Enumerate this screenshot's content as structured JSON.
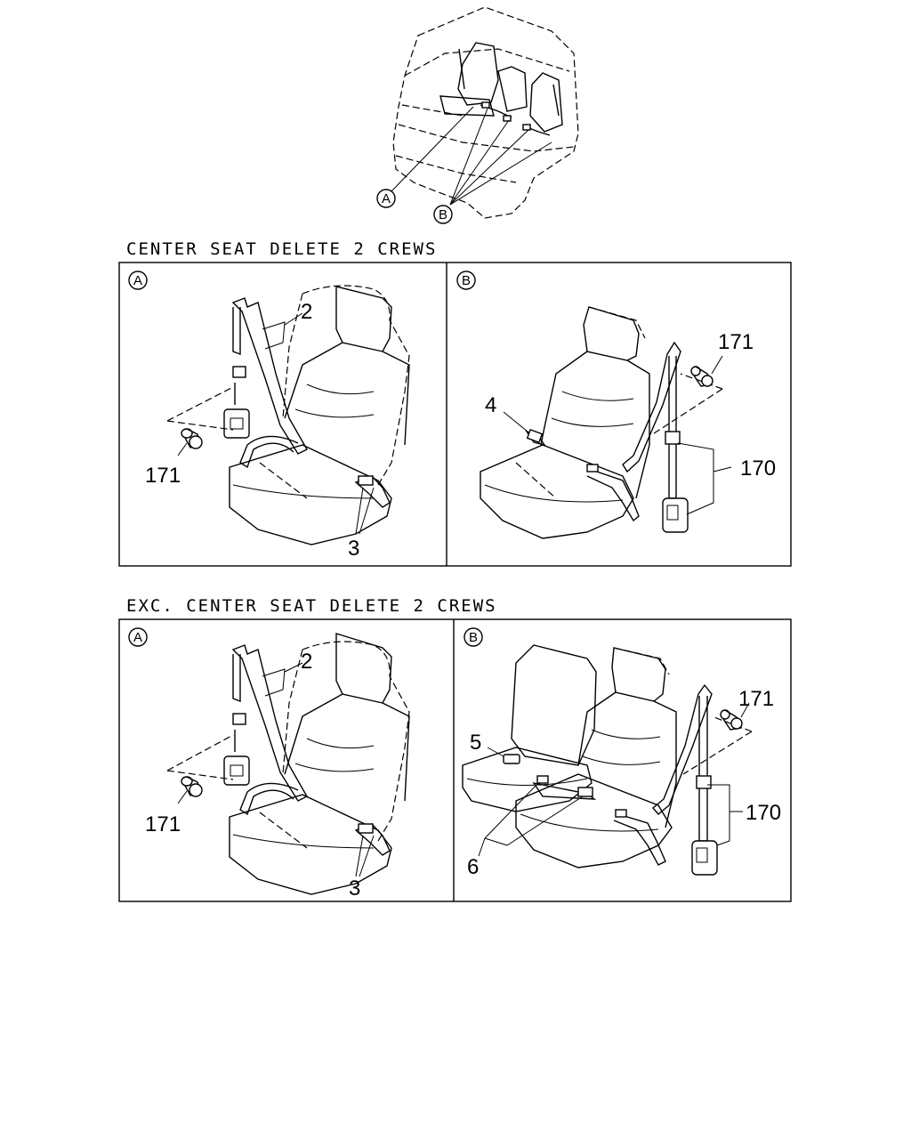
{
  "sections": [
    {
      "title": "CENTER SEAT DELETE 2 CREWS",
      "panel_a": {
        "marker": "A",
        "callouts": [
          "2",
          "171",
          "3"
        ]
      },
      "panel_b": {
        "marker": "B",
        "callouts": [
          "4",
          "171",
          "170"
        ]
      }
    },
    {
      "title": "EXC. CENTER SEAT DELETE 2 CREWS",
      "panel_a": {
        "marker": "A",
        "callouts": [
          "2",
          "171",
          "3"
        ]
      },
      "panel_b": {
        "marker": "B",
        "callouts": [
          "5",
          "6",
          "171",
          "170"
        ]
      }
    }
  ],
  "overview": {
    "markers": [
      "A",
      "B"
    ]
  }
}
